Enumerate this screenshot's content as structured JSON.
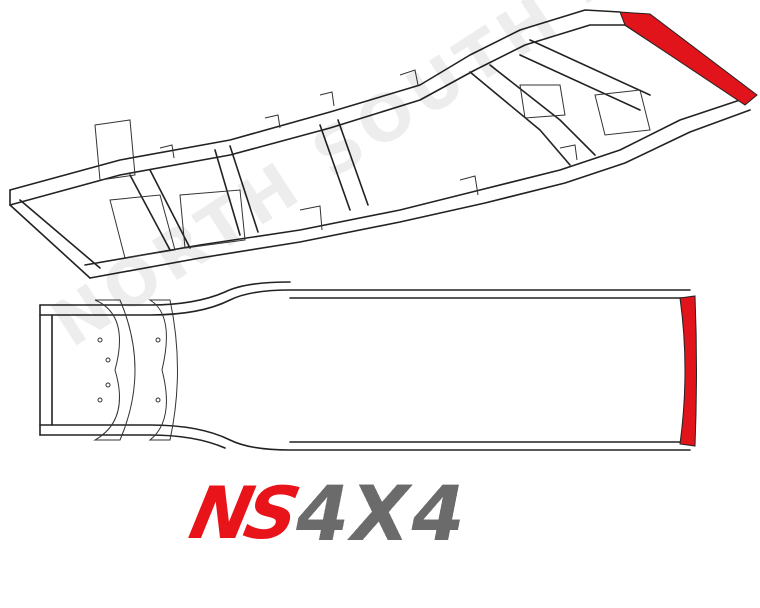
{
  "watermark": "NORTH SOUTH 4X4",
  "logo": {
    "ns": "NS",
    "suffix": "4X4",
    "ns_color": "#e8141a",
    "suffix_color": "#6b6b6b"
  },
  "highlight_color": "#e0141a"
}
